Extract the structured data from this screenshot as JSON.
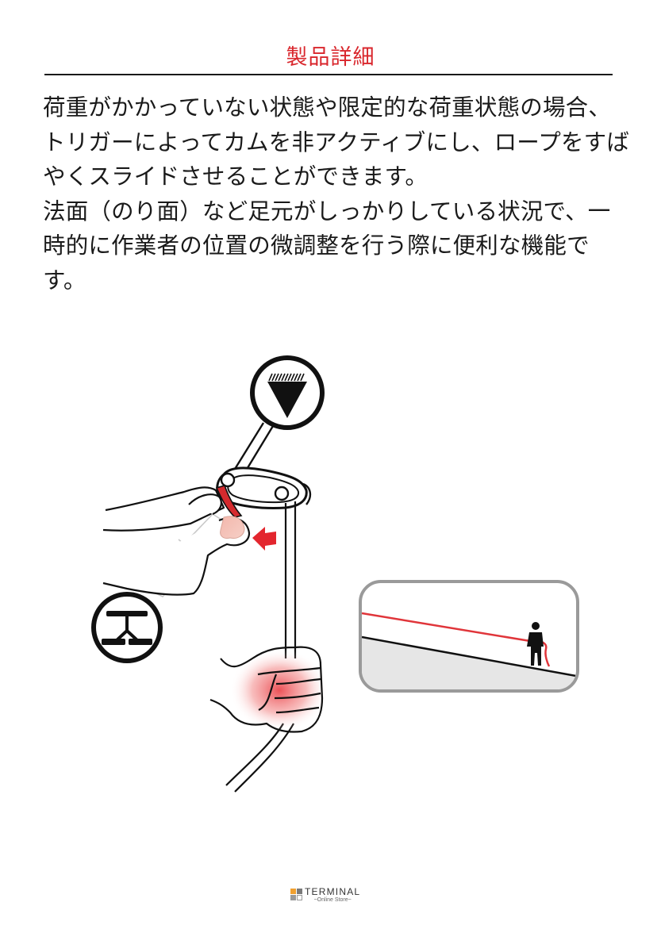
{
  "section": {
    "title": "製品詳細",
    "title_color": "#d9262c"
  },
  "body": {
    "paragraphs": [
      "荷重がかかっていない状態や限定的な荷重状態の場合、トリガーによってカムを非アクティブにし、ロープをすばやくスライドさせることができます。",
      "法面（のり面）など足元がしっかりしている状況で、一時的に作業者の位置の微調整を行う際に便利な機能です。"
    ]
  },
  "illustration": {
    "anchor_icon": "anchor-triangle-icon",
    "harness_icon": "harness-icon",
    "device": "rope-descender-device",
    "trigger_arrow_color": "#e3262e",
    "slope_inset": {
      "frame_color": "#9a9a9a",
      "rope_color": "#e0353a",
      "ground_fill": "#e6e6e6"
    }
  },
  "footer": {
    "brand_name": "TERMINAL",
    "brand_sub": "~Online Store~",
    "logo_colors": [
      "#f0a030",
      "#7a7a7a",
      "#9a9a9a",
      "#ffffff"
    ]
  }
}
